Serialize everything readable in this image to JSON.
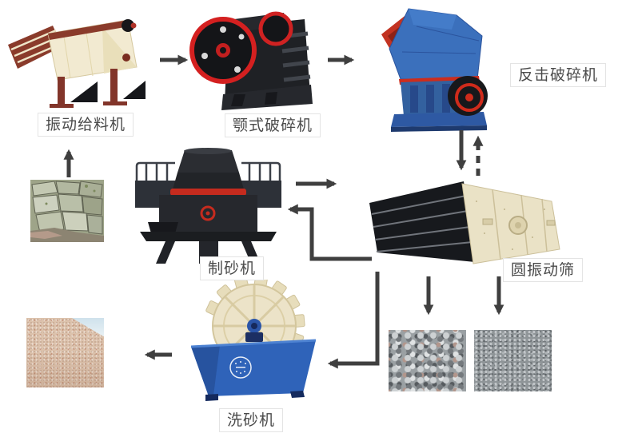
{
  "diagram": {
    "background": "#ffffff",
    "arrow_color": "#3f3f3f",
    "labels": {
      "feeder": "振动给料机",
      "jaw_crusher": "颚式破碎机",
      "impact_crusher": "反击破碎机",
      "sand_maker": "制砂机",
      "vibrating_screen": "圆振动筛",
      "sand_washer": "洗砂机"
    },
    "machine_colors": {
      "feeder_body": "#f2ead1",
      "feeder_frame": "#8a3b2b",
      "jaw_body": "#1f2125",
      "flywheel_ring": "#d42020",
      "impact_body": "#3b70bc",
      "impact_chute": "#c23322",
      "sand_maker_body": "#26282d",
      "sand_maker_ring": "#c52b1e",
      "screen_side": "#eae2c6",
      "screen_decks": "#17191d",
      "washer_tank": "#2f63b9",
      "washer_wheel": "#ece3c8"
    },
    "flow": [
      {
        "from": "raw-rock",
        "to": "vibrating-feeder",
        "style": "solid"
      },
      {
        "from": "vibrating-feeder",
        "to": "jaw-crusher",
        "style": "solid"
      },
      {
        "from": "jaw-crusher",
        "to": "impact-crusher",
        "style": "solid"
      },
      {
        "from": "impact-crusher",
        "to": "vibrating-screen",
        "style": "solid"
      },
      {
        "from": "vibrating-screen",
        "to": "impact-crusher",
        "style": "dashed"
      },
      {
        "from": "sand-maker",
        "to": "vibrating-screen",
        "style": "solid"
      },
      {
        "from": "vibrating-screen",
        "to": "sand-maker",
        "style": "solid"
      },
      {
        "from": "vibrating-screen",
        "to": "sand-washer",
        "style": "solid"
      },
      {
        "from": "vibrating-screen",
        "to": "coarse-aggregate",
        "style": "solid"
      },
      {
        "from": "vibrating-screen",
        "to": "fine-aggregate",
        "style": "solid"
      },
      {
        "from": "sand-washer",
        "to": "washed-sand",
        "style": "solid"
      }
    ]
  }
}
